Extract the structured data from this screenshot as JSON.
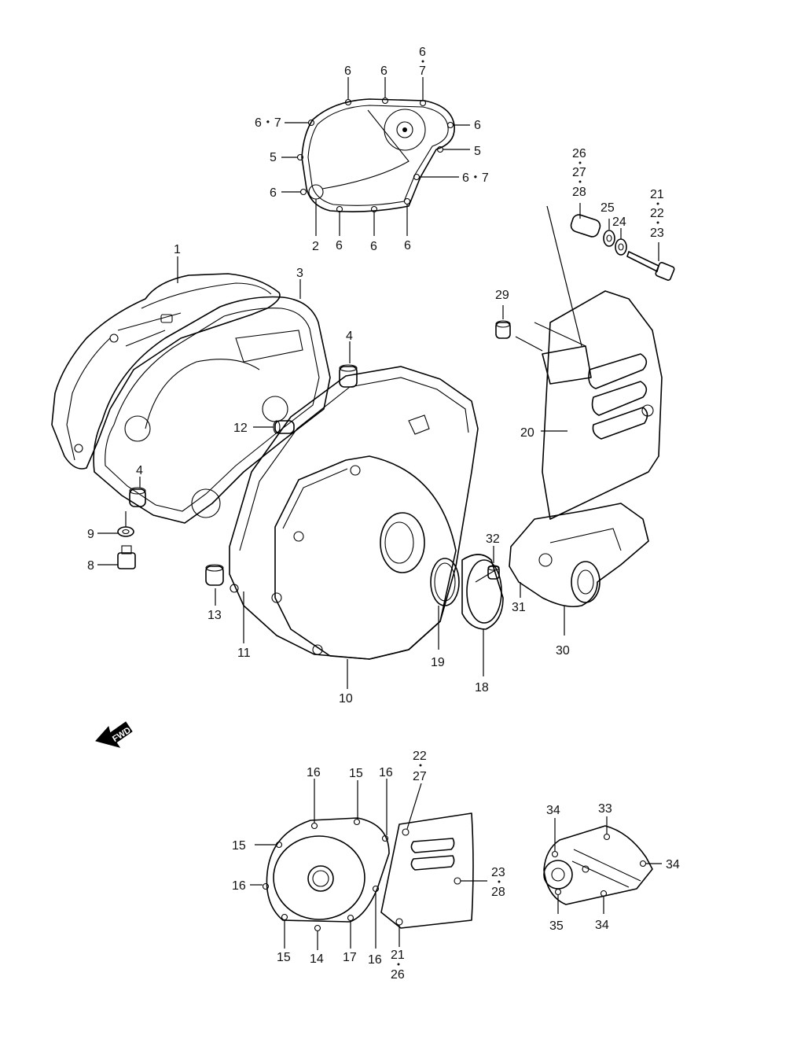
{
  "labels": {
    "l6a": "6",
    "l6b": "6",
    "l6c": "6",
    "l7a": "7",
    "l67a": "6・7",
    "l6d": "6",
    "l5a": "5",
    "l5b": "5",
    "l67b": "6・7",
    "l6e": "6",
    "l2": "2",
    "l6f": "6",
    "l6g": "6",
    "l6h": "6",
    "l1": "1",
    "l3": "3",
    "l4a": "4",
    "l4b": "4",
    "l12": "12",
    "l9": "9",
    "l8": "8",
    "l13": "13",
    "l11": "11",
    "l10": "10",
    "l19": "19",
    "l18": "18",
    "l26a": "26",
    "l27a": "27",
    "l28a": "28",
    "l25": "25",
    "l24": "24",
    "l21a": "21",
    "l22a": "22",
    "l23a": "23",
    "l29": "29",
    "l20": "20",
    "l32": "32",
    "l31": "31",
    "l30": "30",
    "l16a": "16",
    "l15a": "15",
    "l16b": "16",
    "l22b": "22",
    "l27b": "27",
    "l15b": "15",
    "l16c": "16",
    "l23b": "23",
    "l28b": "28",
    "l15c": "15",
    "l14": "14",
    "l17": "17",
    "l16d": "16",
    "l21b": "21",
    "l26b": "26",
    "l34a": "34",
    "l33": "33",
    "l34b": "34",
    "l35": "35",
    "l34c": "34"
  },
  "fwd_badge": "FWD"
}
